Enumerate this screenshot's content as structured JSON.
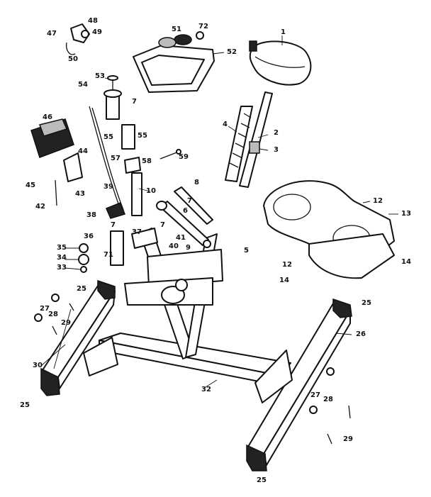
{
  "callouts": [
    {
      "id": "c1",
      "text": "1"
    },
    {
      "id": "c2",
      "text": "2"
    },
    {
      "id": "c3",
      "text": "3"
    },
    {
      "id": "c4",
      "text": "4"
    },
    {
      "id": "c5",
      "text": "5"
    },
    {
      "id": "c6",
      "text": "6"
    },
    {
      "id": "c7a",
      "text": "7"
    },
    {
      "id": "c7b",
      "text": "7"
    },
    {
      "id": "c7c",
      "text": "7"
    },
    {
      "id": "c7d",
      "text": "7"
    },
    {
      "id": "c8",
      "text": "8"
    },
    {
      "id": "c9",
      "text": "9"
    },
    {
      "id": "c10",
      "text": "10"
    },
    {
      "id": "c12a",
      "text": "12"
    },
    {
      "id": "c12b",
      "text": "12"
    },
    {
      "id": "c13",
      "text": "13"
    },
    {
      "id": "c14a",
      "text": "14"
    },
    {
      "id": "c14b",
      "text": "14"
    },
    {
      "id": "c25a",
      "text": "25"
    },
    {
      "id": "c25b",
      "text": "25"
    },
    {
      "id": "c25c",
      "text": "25"
    },
    {
      "id": "c25d",
      "text": "25"
    },
    {
      "id": "c26",
      "text": "26"
    },
    {
      "id": "c27a",
      "text": "27"
    },
    {
      "id": "c27b",
      "text": "27"
    },
    {
      "id": "c28a",
      "text": "28"
    },
    {
      "id": "c28b",
      "text": "28"
    },
    {
      "id": "c29a",
      "text": "29"
    },
    {
      "id": "c29b",
      "text": "29"
    },
    {
      "id": "c30",
      "text": "30"
    },
    {
      "id": "c32",
      "text": "32"
    },
    {
      "id": "c33",
      "text": "33"
    },
    {
      "id": "c34",
      "text": "34"
    },
    {
      "id": "c35",
      "text": "35"
    },
    {
      "id": "c36",
      "text": "36"
    },
    {
      "id": "c37",
      "text": "37"
    },
    {
      "id": "c38",
      "text": "38"
    },
    {
      "id": "c39",
      "text": "39"
    },
    {
      "id": "c40",
      "text": "40"
    },
    {
      "id": "c41",
      "text": "41"
    },
    {
      "id": "c42",
      "text": "42"
    },
    {
      "id": "c43",
      "text": "43"
    },
    {
      "id": "c44",
      "text": "44"
    },
    {
      "id": "c45",
      "text": "45"
    },
    {
      "id": "c46",
      "text": "46"
    },
    {
      "id": "c47",
      "text": "47"
    },
    {
      "id": "c48",
      "text": "48"
    },
    {
      "id": "c49",
      "text": "49"
    },
    {
      "id": "c50",
      "text": "50"
    },
    {
      "id": "c51",
      "text": "51"
    },
    {
      "id": "c52",
      "text": "52"
    },
    {
      "id": "c53",
      "text": "53"
    },
    {
      "id": "c54",
      "text": "54"
    },
    {
      "id": "c55a",
      "text": "55"
    },
    {
      "id": "c55b",
      "text": "55"
    },
    {
      "id": "c57",
      "text": "57"
    },
    {
      "id": "c58",
      "text": "58"
    },
    {
      "id": "c59",
      "text": "59"
    },
    {
      "id": "c71",
      "text": "71"
    },
    {
      "id": "c72",
      "text": "72"
    }
  ]
}
